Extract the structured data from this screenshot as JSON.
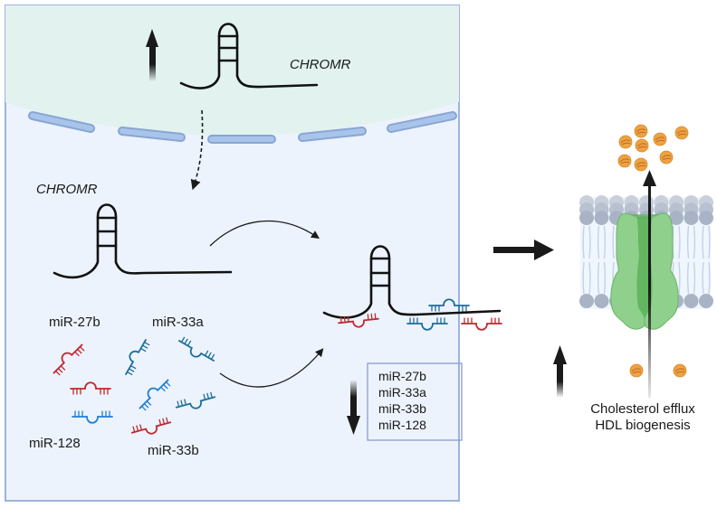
{
  "cell": {
    "nucleus_label": "CHROMR",
    "cytoplasm_label": "CHROMR",
    "mirna_labels": {
      "mir27b": "miR-27b",
      "mir33a": "miR-33a",
      "mir128": "miR-128",
      "mir33b": "miR-33b"
    },
    "downregulated_box": [
      "miR-27b",
      "miR-33a",
      "miR-33b",
      "miR-128"
    ]
  },
  "outcome": {
    "line1": "Cholesterol efflux",
    "line2": "HDL biogenesis"
  },
  "colors": {
    "cell_border": "#9db4dc",
    "nucleus_fill": "#e1f2ef",
    "cytoplasm_fill": "#edf3fc",
    "pore": "#a9c4ea",
    "pore_stroke": "#88a6d2",
    "mir_red": "#c0282d",
    "mir_blue": "#1f7fd6",
    "mir_teal": "#1c6f9a",
    "transporter": "#8fd08c",
    "transporter_dark": "#5fb25c",
    "cholesterol": "#eea243"
  }
}
